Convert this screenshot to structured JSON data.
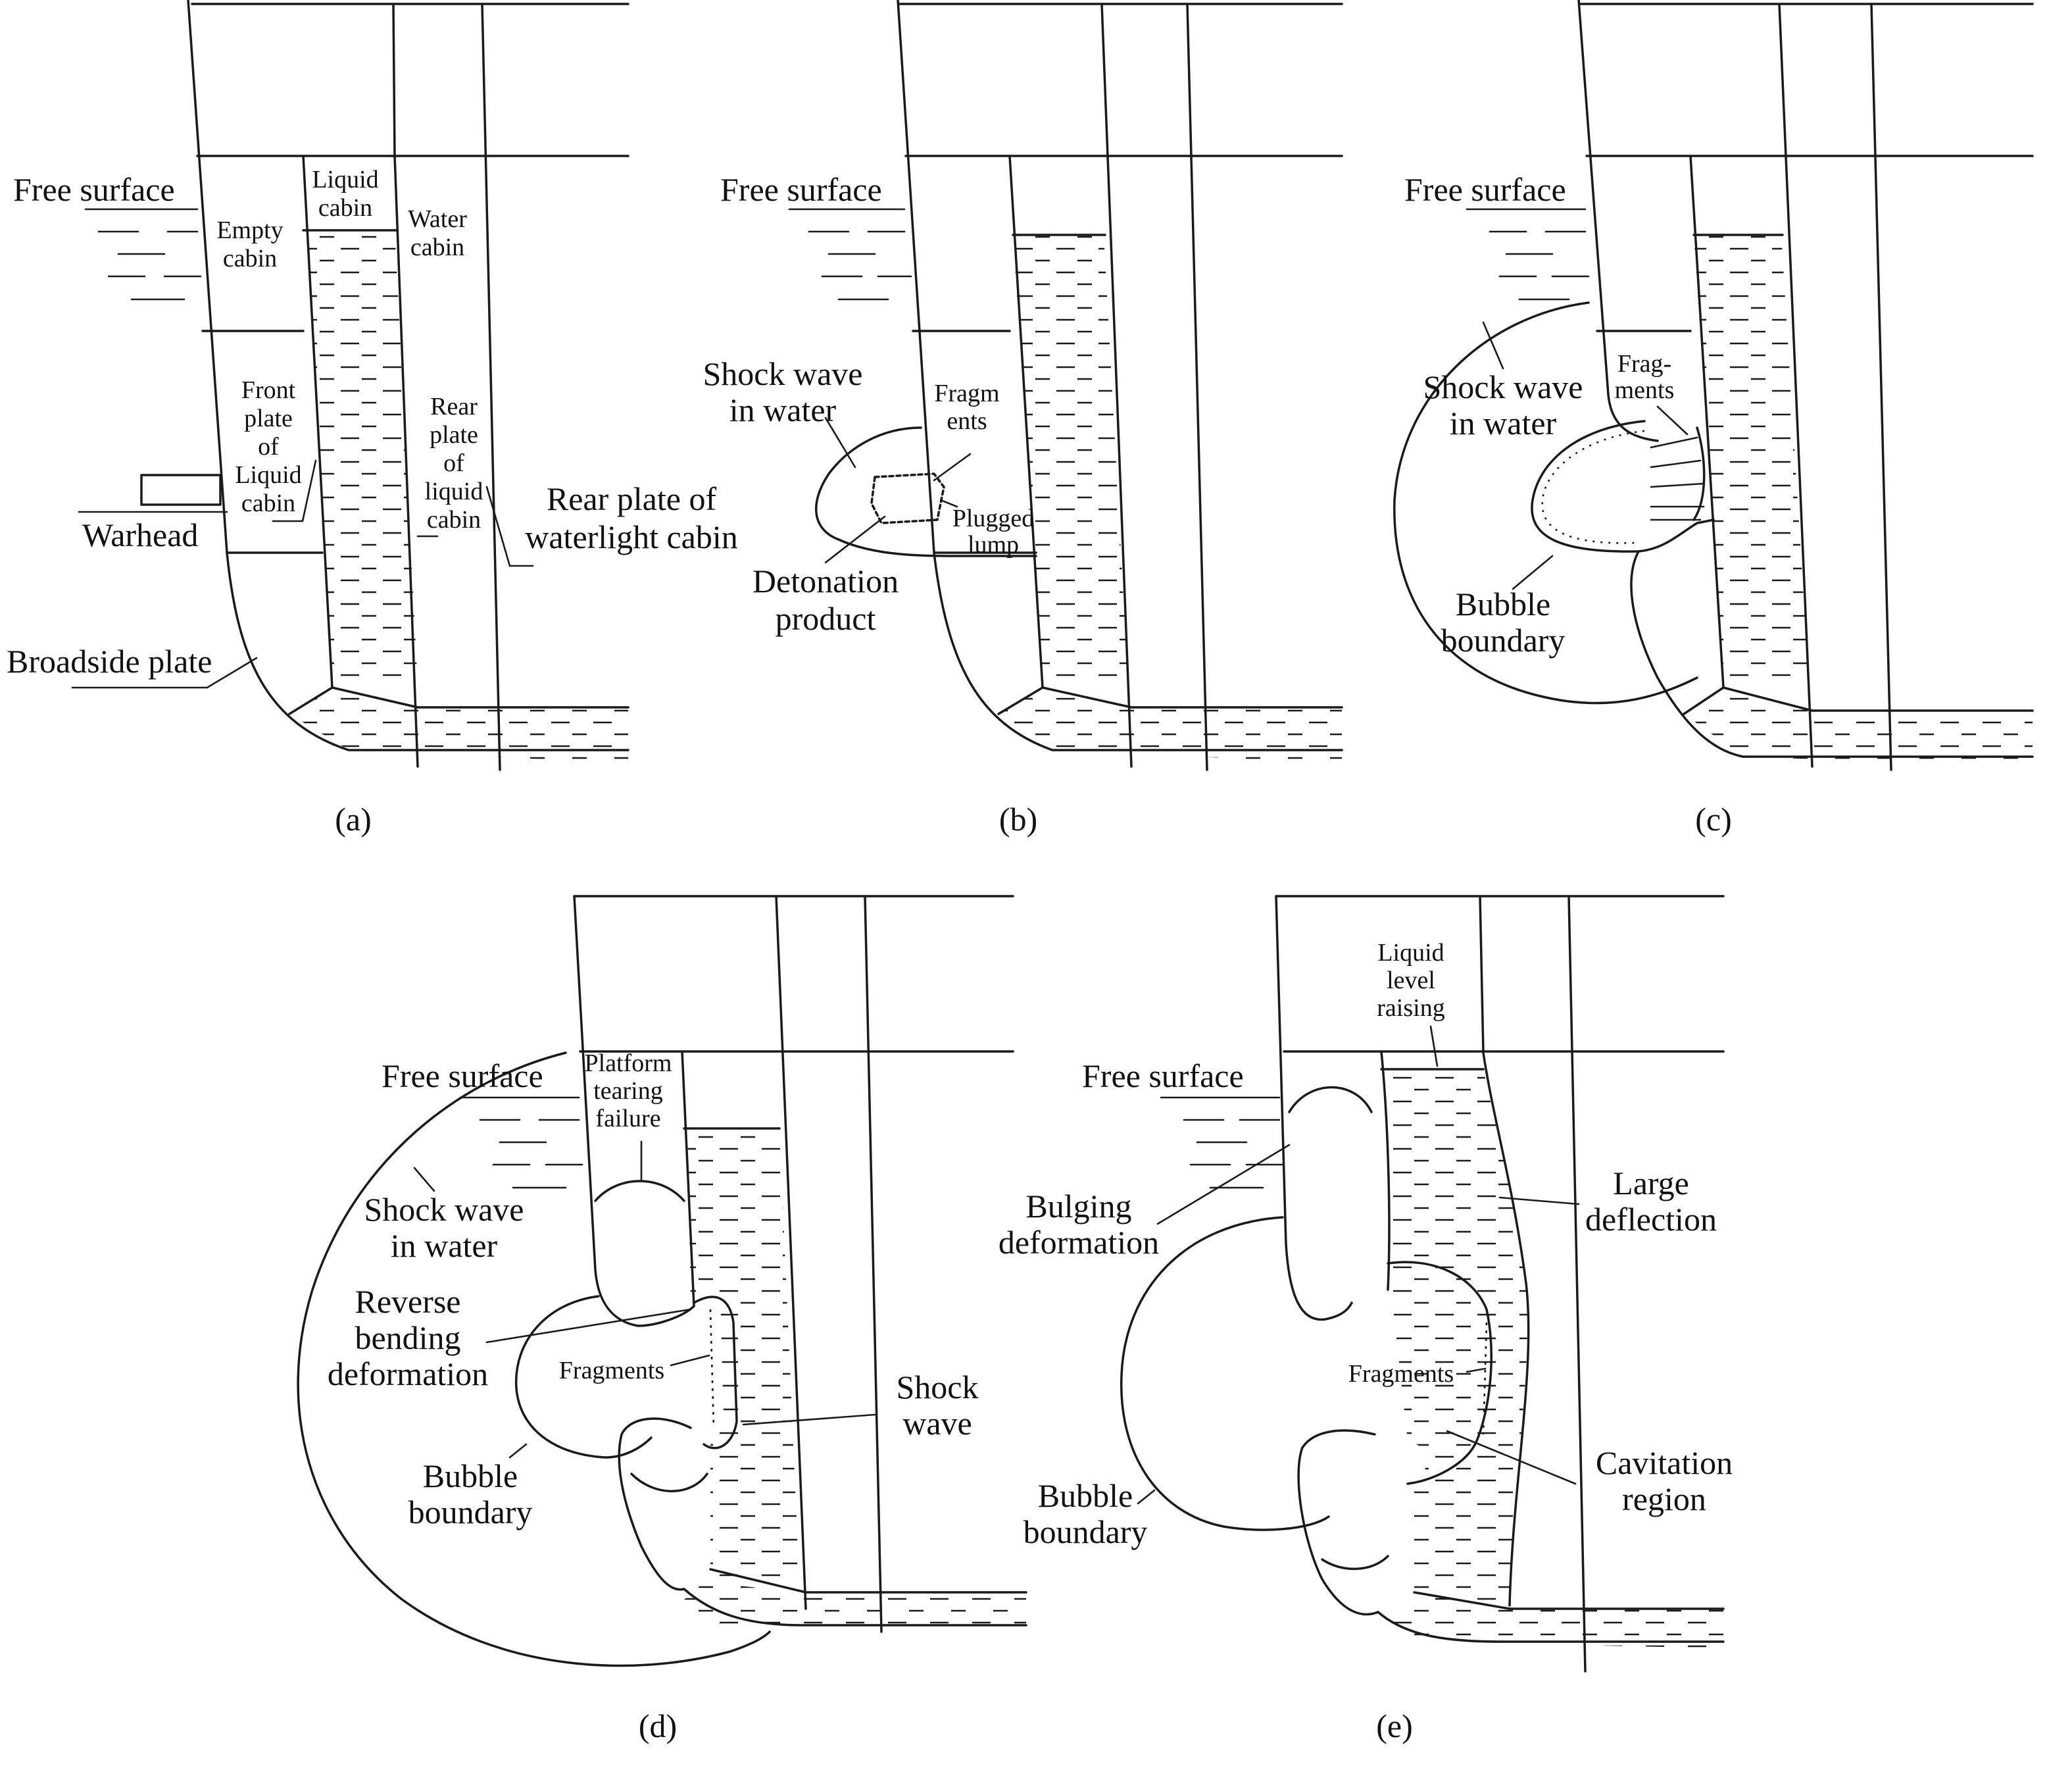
{
  "colors": {
    "ink": "#1a1a1a",
    "background": "#ffffff"
  },
  "panel_a": {
    "caption": "(a)",
    "free_surface": "Free surface",
    "empty_cabin": [
      "Empty",
      "cabin"
    ],
    "liquid_cabin": [
      "Liquid",
      "cabin"
    ],
    "water_cabin": [
      "Water",
      "cabin"
    ],
    "front_plate": [
      "Front",
      "plate",
      "of",
      "Liquid",
      "cabin"
    ],
    "rear_plate_liquid": [
      "Rear",
      "plate",
      "of",
      "liquid",
      "cabin"
    ],
    "rear_plate_water": [
      "Rear plate of",
      "waterlight cabin"
    ],
    "warhead": "Warhead",
    "broadside": "Broadside plate"
  },
  "panel_b": {
    "caption": "(b)",
    "free_surface": "Free surface",
    "shock_wave": [
      "Shock wave",
      "in water"
    ],
    "fragments": [
      "Fragm",
      "ents"
    ],
    "plugged": [
      "Plugged",
      "lump"
    ],
    "detonation": [
      "Detonation",
      "product"
    ]
  },
  "panel_c": {
    "caption": "(c)",
    "free_surface": "Free surface",
    "fragments": [
      "Frag-",
      "ments"
    ],
    "shock_wave": [
      "Shock wave",
      "in water"
    ],
    "bubble": [
      "Bubble",
      "boundary"
    ]
  },
  "panel_d": {
    "caption": "(d)",
    "free_surface": "Free surface",
    "platform": [
      "Platform",
      "tearing",
      "failure"
    ],
    "shock_wave_water": [
      "Shock wave",
      "in water"
    ],
    "reverse": [
      "Reverse",
      "bending",
      "deformation"
    ],
    "fragments": "Fragments",
    "shock_wave": [
      "Shock",
      "wave"
    ],
    "bubble": [
      "Bubble",
      "boundary"
    ]
  },
  "panel_e": {
    "caption": "(e)",
    "free_surface": "Free surface",
    "liquid_level": [
      "Liquid",
      "level",
      "raising"
    ],
    "bulging": [
      "Bulging",
      "deformation"
    ],
    "large_deflection": [
      "Large",
      "deflection"
    ],
    "fragments": "Fragments",
    "cavitation": [
      "Cavitation",
      "region"
    ],
    "bubble": [
      "Bubble",
      "boundary"
    ]
  }
}
